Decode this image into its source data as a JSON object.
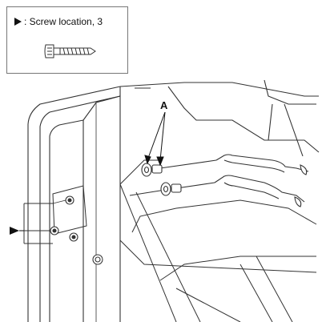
{
  "legend": {
    "text": ": Screw location, 3",
    "marker_icon": "filled-triangle-arrow",
    "illustration_icon": "screw-icon"
  },
  "callouts": {
    "a": "A"
  },
  "markers": {
    "screw_pointer_icon": "filled-triangle-arrow"
  },
  "colors": {
    "line": "#333333",
    "background": "#ffffff"
  }
}
